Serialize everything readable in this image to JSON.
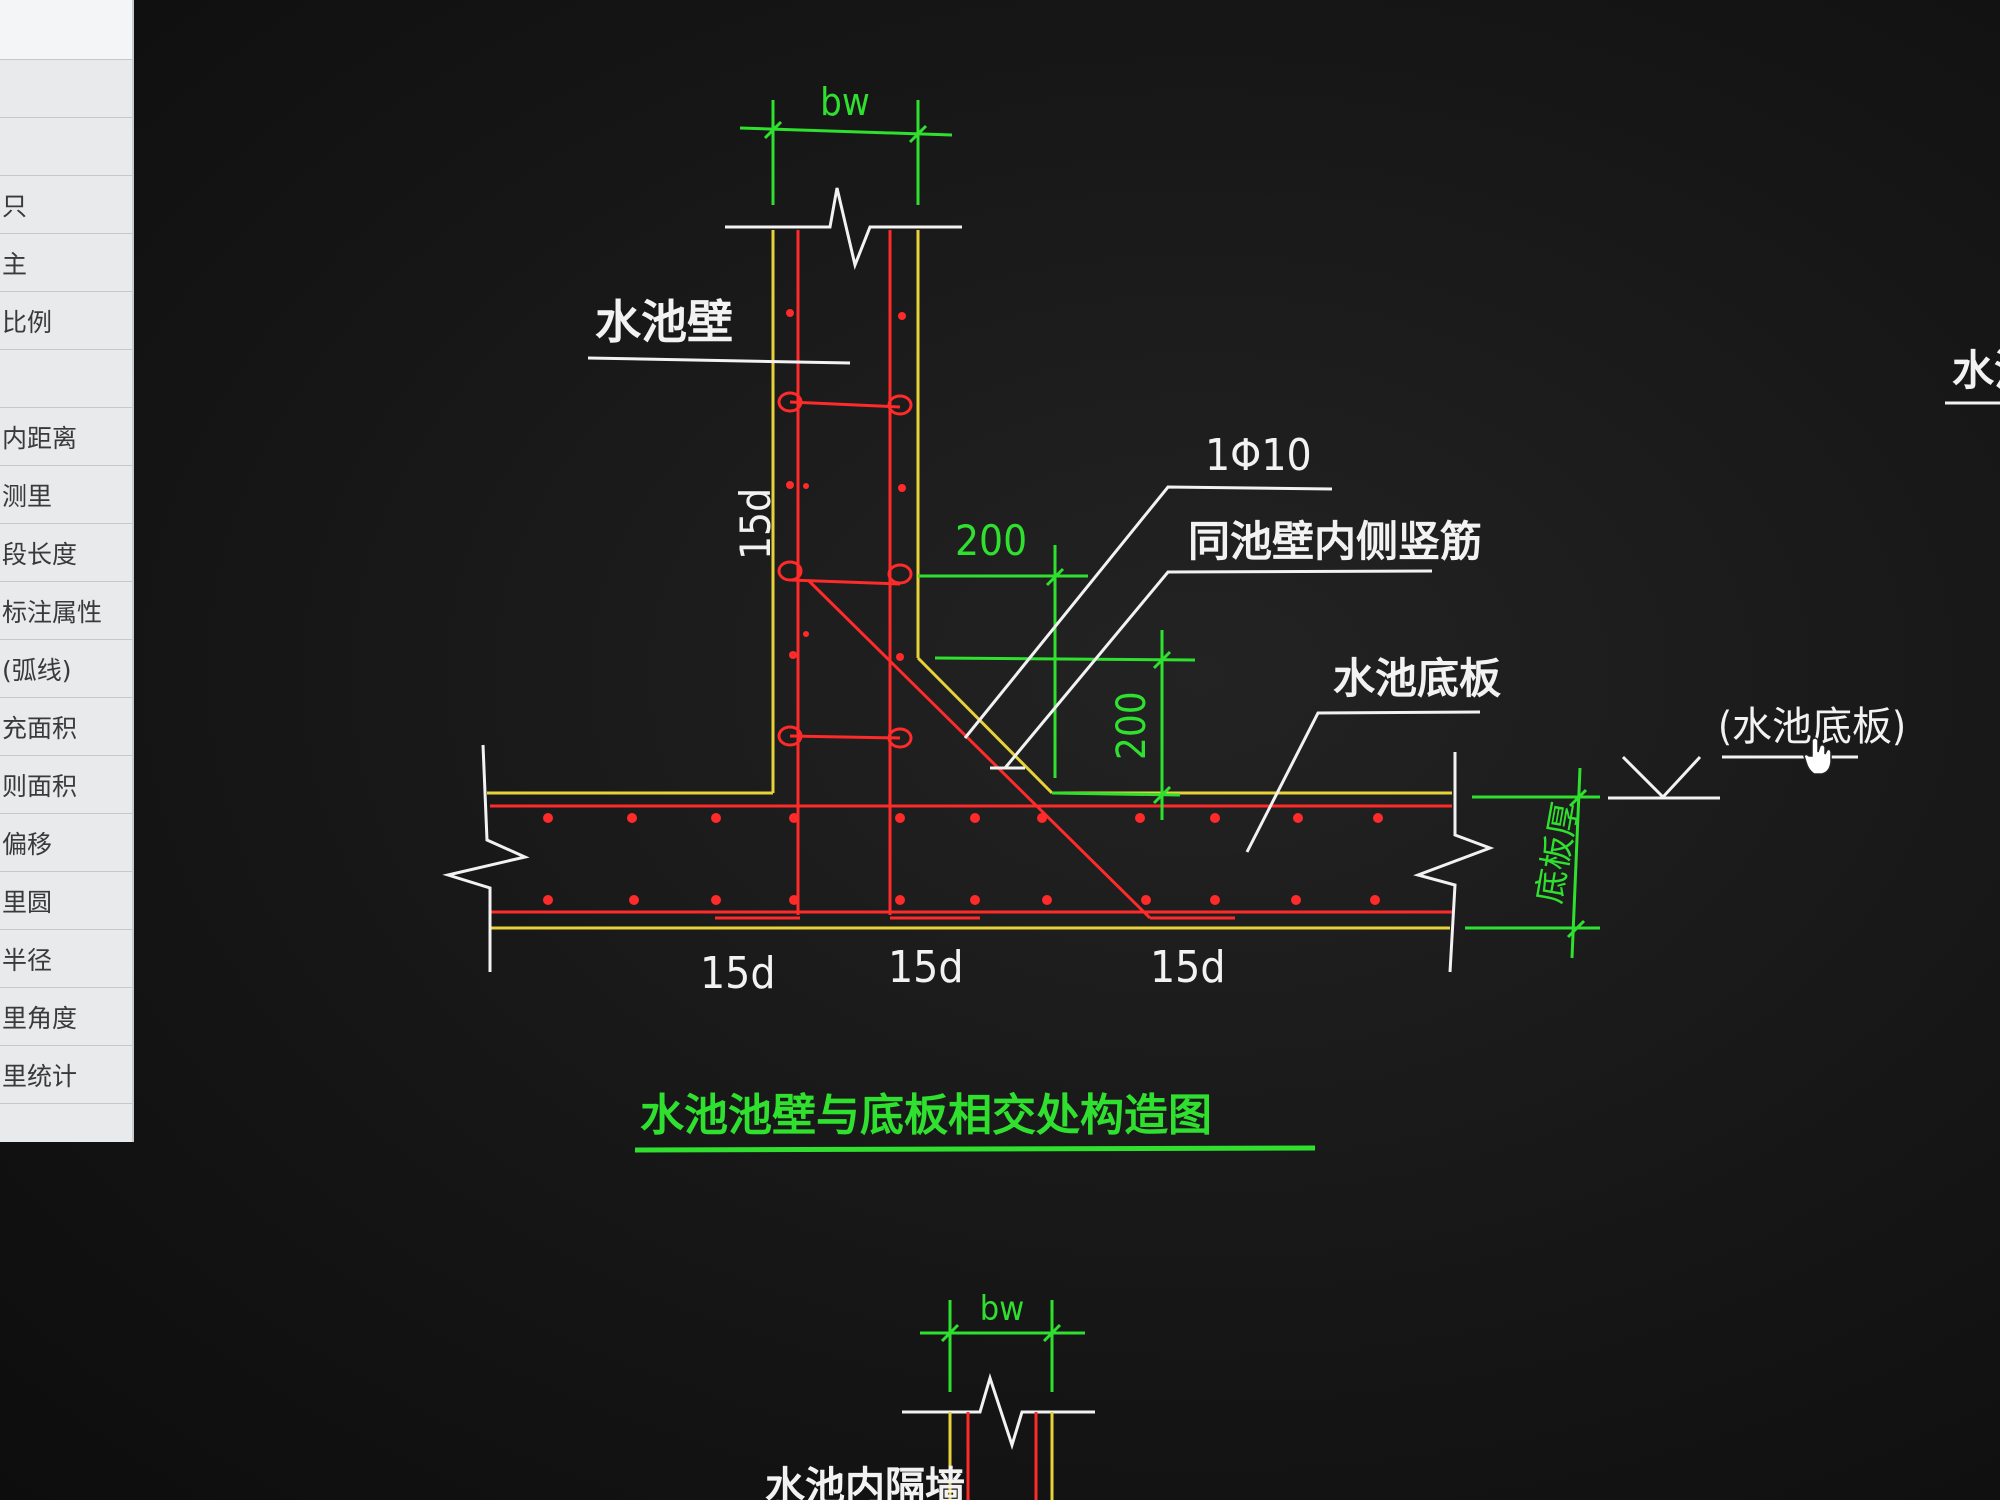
{
  "side_panel": {
    "items": [
      "",
      "",
      "",
      "只",
      "主",
      "比例",
      "",
      "内距离",
      "测里",
      "段长度",
      "标注属性",
      "(弧线)",
      "充面积",
      "则面积",
      "偏移",
      "里圆",
      "半径",
      "里角度",
      "里统计"
    ]
  },
  "drawing": {
    "wall_dim_top": "bw",
    "label_wall": "水池壁",
    "anchor_left": "15d",
    "anchor_bottom_left": "15d",
    "anchor_bottom_mid": "15d",
    "anchor_bottom_right": "15d",
    "dim_200_h": "200",
    "dim_200_v": "200",
    "rebar_spec": "1Φ10",
    "rebar_note": "同池壁内侧竖筋",
    "label_slab": "水池底板",
    "slab_thickness": "底板厚",
    "level_mark": "(水池底板)",
    "title": "水池池壁与底板相交处构造图",
    "next_dim_top": "bw",
    "next_label": "水池内隔墙",
    "right_edge_label": "水池"
  },
  "colors": {
    "background": "#161616",
    "rebar": "#ff2a2a",
    "concrete_edge": "#e8d23a",
    "dimension": "#2fe02f",
    "annotation": "#f2f2f2"
  },
  "icons": [
    "hand-cursor-icon",
    "level-triangle-icon",
    "break-line-icon"
  ]
}
